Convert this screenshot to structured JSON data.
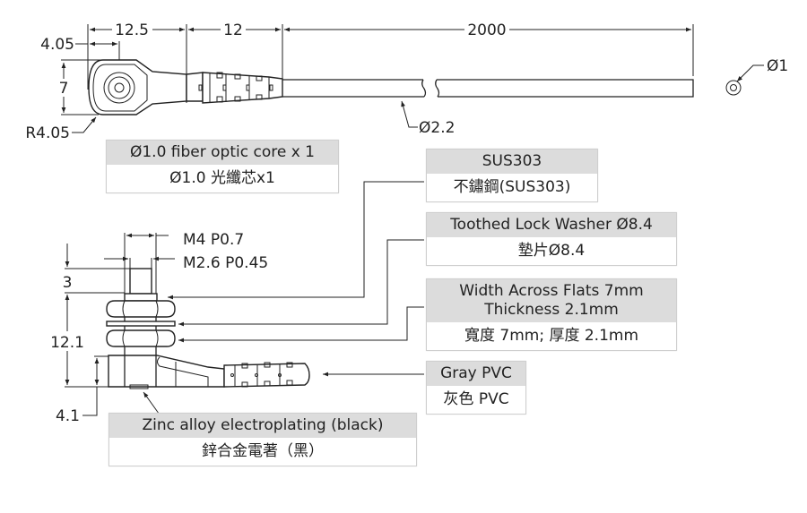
{
  "top_view": {
    "dimensions": {
      "length_head": "12.5",
      "length_boot": "12",
      "length_cable": "2000",
      "hole_offset": "4.05",
      "head_height": "7",
      "head_radius": "R4.05",
      "cable_diameter": "Ø2.2",
      "core_diameter": "Ø1"
    }
  },
  "side_view": {
    "dimensions": {
      "outer_thread": "M4  P0.7",
      "inner_thread": "M2.6  P0.45",
      "tip_length": "3",
      "thread_length": "12.1",
      "base_height": "4.1"
    }
  },
  "callouts": {
    "fiber_core": {
      "en": "Ø1.0 fiber optic core x 1",
      "zh": "Ø1.0 光纖芯x1"
    },
    "material": {
      "en": "SUS303",
      "zh": "不鏽鋼(SUS303)"
    },
    "washer": {
      "en": "Toothed Lock Washer Ø8.4",
      "zh": "墊片Ø8.4"
    },
    "nut": {
      "en_line1": "Width Across Flats 7mm",
      "en_line2": "Thickness 2.1mm",
      "zh": "寬度 7mm; 厚度 2.1mm"
    },
    "cable_jacket": {
      "en": "Gray PVC",
      "zh": "灰色 PVC"
    },
    "housing": {
      "en": "Zinc alloy electroplating (black)",
      "zh": "鋅合金電著（黑）"
    }
  }
}
